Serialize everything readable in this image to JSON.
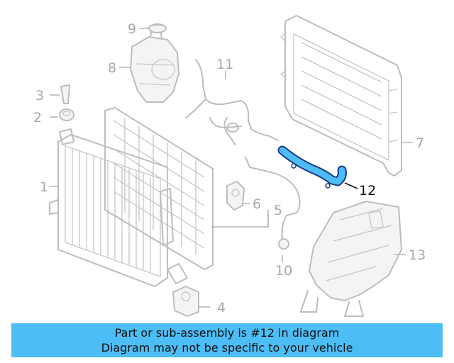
{
  "callouts": {
    "c1": "1",
    "c2": "2",
    "c3": "3",
    "c4": "4",
    "c5": "5",
    "c6": "6",
    "c7": "7",
    "c8": "8",
    "c9": "9",
    "c10": "10",
    "c11": "11",
    "c12": "12",
    "c13": "13"
  },
  "highlight": {
    "part": "12",
    "color": "#4dbdf5"
  },
  "banner": {
    "line1": "Part or sub-assembly is #12 in diagram",
    "line2": "Diagram may not be specific to your vehicle",
    "background": "#4dbdf5"
  }
}
